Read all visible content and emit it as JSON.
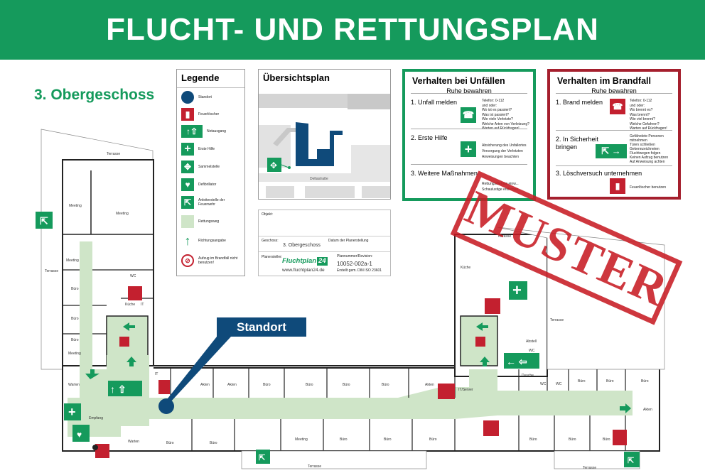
{
  "header": {
    "title": "FLUCHT- UND RETTUNGSPLAN"
  },
  "floor_label": "3. Obergeschoss",
  "legend": {
    "title": "Legende",
    "items": [
      {
        "label": "Standort",
        "icon": "location-dot-icon",
        "color": "#0f4a7a"
      },
      {
        "label": "Feuerlöscher",
        "icon": "fire-extinguisher-icon",
        "color": "#c3202f"
      },
      {
        "label": "Notausgang",
        "icon": "emergency-exit-icon",
        "color": "#159a5c"
      },
      {
        "label": "Erste Hilfe",
        "icon": "first-aid-icon",
        "color": "#159a5c"
      },
      {
        "label": "Sammelstelle",
        "icon": "assembly-point-icon",
        "color": "#159a5c"
      },
      {
        "label": "Defibrillator",
        "icon": "defibrillator-icon",
        "color": "#159a5c"
      },
      {
        "label": "Anleiterstelle der Feuerwehr",
        "icon": "ladder-point-icon",
        "color": "#159a5c"
      },
      {
        "label": "Rettungsweg",
        "icon": "escape-route-swatch-icon",
        "color": "#cfe5c8"
      },
      {
        "label": "Richtungsangabe",
        "icon": "direction-arrow-icon",
        "color": "#159a5c"
      },
      {
        "label": "Aufzug im Brandfall nicht benutzen!",
        "icon": "no-elevator-icon",
        "color": "#c3202f"
      }
    ]
  },
  "overview": {
    "title": "Übersichtsplan",
    "street": "Deltastraße"
  },
  "info": {
    "objekt_label": "Objekt:",
    "geschoss_label": "Geschoss:",
    "geschoss_value": "3. Obergeschoss",
    "datum_label": "Datum der Planerstellung",
    "planersteller_label": "Planersteller:",
    "logo_text": "Fluchtplan",
    "logo_suffix": "24",
    "website": "www.fluchtplan24.de",
    "plannr_label": "Plannummer/Revision:",
    "plannr_value": "10052-002a-1",
    "norm": "Erstellt gem. DIN ISO 23601"
  },
  "unfall": {
    "title": "Verhalten bei Unfällen",
    "subtitle": "Ruhe bewahren",
    "step1": "1. Unfall melden",
    "phone": "Telefon:   0-112",
    "phone_and": "und oder:",
    "questions": [
      "Wo ist es passiert?",
      "Was ist passiert?",
      "Wie viele Verletzte?",
      "Welche Arten von Verletzung?",
      "Warten auf Rückfragen!"
    ],
    "step2": "2. Erste Hilfe",
    "first_aid": [
      "Absicherung des Unfallortes",
      "Versorgung der Verletzten",
      "Anweisungen beachten"
    ],
    "step3": "3. Weitere Maßnahmen",
    "step3_text": [
      "Rettungsdienste einw...",
      "Schaulustige entfernen"
    ]
  },
  "brand": {
    "title": "Verhalten im Brandfall",
    "subtitle": "Ruhe bewahren",
    "step1": "1. Brand melden",
    "phone": "Telefon:   0-112",
    "phone_and": "und oder:",
    "questions": [
      "Wo brennt es?",
      "Was brennt?",
      "Wie viel brennt?",
      "Welche Gefahren?",
      "Warten auf Rückfragen!"
    ],
    "step2a": "2. In Sicherheit",
    "step2b": "bringen",
    "safety": [
      "Gefährdete Personen",
      "mitnehmen",
      "Türen schließen",
      "Gekennzeichneten",
      "Fluchtwegen folgen",
      "Keinen Aufzug benutzen",
      "Auf Anweisung achten"
    ],
    "step3": "3. Löschversuch unternehmen",
    "step3_text": "Feuerlöscher benutzen"
  },
  "stamp": "MUSTER",
  "callout": "Standort",
  "rooms": [
    {
      "id": "terrasse-top",
      "label": "Terrasse"
    },
    {
      "id": "meeting-a",
      "label": "Meeting"
    },
    {
      "id": "meeting-b",
      "label": "Meeting"
    },
    {
      "id": "meeting-c",
      "label": "Meeting"
    },
    {
      "id": "terrasse-left",
      "label": "Terrasse"
    },
    {
      "id": "wc-left",
      "label": "WC"
    },
    {
      "id": "buero-l1",
      "label": "Büro"
    },
    {
      "id": "kueche-l",
      "label": "Küche"
    },
    {
      "id": "it-l",
      "label": "IT"
    },
    {
      "id": "buero-l2",
      "label": "Büro"
    },
    {
      "id": "buero-l3",
      "label": "Büro"
    },
    {
      "id": "meeting-d",
      "label": "Meeting"
    },
    {
      "id": "warten-l",
      "label": "Warten"
    },
    {
      "id": "empfang",
      "label": "Empfang"
    },
    {
      "id": "warten-b",
      "label": "Warten"
    },
    {
      "id": "it-mid",
      "label": "IT"
    },
    {
      "id": "akten-1",
      "label": "Akten"
    },
    {
      "id": "akten-2",
      "label": "Akten"
    },
    {
      "id": "buero-t1",
      "label": "Büro"
    },
    {
      "id": "buero-t2",
      "label": "Büro"
    },
    {
      "id": "buero-t3",
      "label": "Büro"
    },
    {
      "id": "buero-t4",
      "label": "Büro"
    },
    {
      "id": "akten-3",
      "label": "Akten"
    },
    {
      "id": "it-server",
      "label": "IT/Server"
    },
    {
      "id": "buero-b1",
      "label": "Büro"
    },
    {
      "id": "buero-b2",
      "label": "Büro"
    },
    {
      "id": "meeting-e",
      "label": "Meeting"
    },
    {
      "id": "buero-b3",
      "label": "Büro"
    },
    {
      "id": "buero-b4",
      "label": "Büro"
    },
    {
      "id": "buero-b5",
      "label": "Büro"
    },
    {
      "id": "terrasse-bottom",
      "label": "Terrasse"
    },
    {
      "id": "terrasse-r-top",
      "label": "Terrasse"
    },
    {
      "id": "kueche-r",
      "label": "Küche"
    },
    {
      "id": "terrasse-right",
      "label": "Terrasse"
    },
    {
      "id": "abstell",
      "label": "Abstell"
    },
    {
      "id": "wc-r1",
      "label": "WC"
    },
    {
      "id": "dusche",
      "label": "Dusche"
    },
    {
      "id": "wc-r2",
      "label": "WC"
    },
    {
      "id": "wc-r3",
      "label": "WC"
    },
    {
      "id": "buero-r1",
      "label": "Büro"
    },
    {
      "id": "buero-r2",
      "label": "Büro"
    },
    {
      "id": "buero-r3",
      "label": "Büro"
    },
    {
      "id": "akten-r",
      "label": "Akten"
    },
    {
      "id": "buero-r4",
      "label": "Büro"
    },
    {
      "id": "buero-r5",
      "label": "Büro"
    },
    {
      "id": "buero-r6",
      "label": "Büro"
    },
    {
      "id": "terrasse-br",
      "label": "Terrasse"
    }
  ],
  "colors": {
    "green": "#159a5c",
    "red": "#c3202f",
    "navy": "#0f4a7a",
    "route": "#cfe5c8"
  }
}
